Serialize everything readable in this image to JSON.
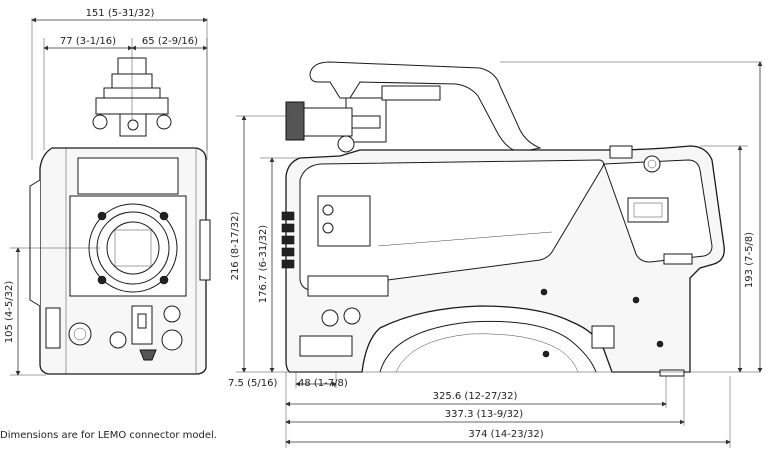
{
  "dimensions": {
    "front_width_total": "151 (5-31/32)",
    "front_left_half": "77 (3-1/16)",
    "front_right_half": "65 (2-9/16)",
    "front_lens_height": "105 (4-5/32)",
    "side_height_216": "216 (8-17/32)",
    "side_height_176": "176.7 (6-31/32)",
    "side_height_193": "193 (7-5/8)",
    "side_offset_7_5": "7.5 (5/16)",
    "side_offset_48": "48 (1-7/8)",
    "side_length_325": "325.6 (12-27/32)",
    "side_length_337": "337.3 (13-9/32)",
    "side_length_374": "374 (14-23/32)"
  },
  "footnote": "Dimensions are for LEMO connector model."
}
